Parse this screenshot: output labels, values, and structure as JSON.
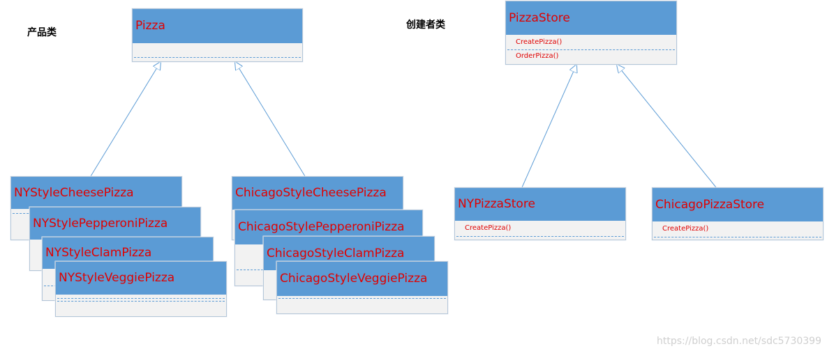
{
  "headings": {
    "product": "产品类",
    "creator": "创建者类"
  },
  "classes": {
    "pizza": {
      "name": "Pizza"
    },
    "ny_cheese": {
      "name": "NYStyleCheesePizza"
    },
    "ny_pepperoni": {
      "name": "NYStylePepperoniPizza"
    },
    "ny_clam": {
      "name": "NYStyleClamPizza"
    },
    "ny_veggie": {
      "name": "NYStyleVeggiePizza"
    },
    "chicago_cheese": {
      "name": "ChicagoStyleCheesePizza"
    },
    "chicago_pepperoni": {
      "name": "ChicagoStylePepperoniPizza"
    },
    "chicago_clam": {
      "name": "ChicagoStyleClamPizza"
    },
    "chicago_veggie": {
      "name": "ChicagoStyleVeggiePizza"
    },
    "pizza_store": {
      "name": "PizzaStore",
      "methods": [
        "CreatePizza()",
        "OrderPizza()"
      ]
    },
    "ny_pizza_store": {
      "name": "NYPizzaStore",
      "methods": [
        "CreatePizza()"
      ]
    },
    "chicago_pizza_store": {
      "name": "ChicagoPizzaStore",
      "methods": [
        "CreatePizza()"
      ]
    }
  },
  "relationships": [
    {
      "type": "inheritance",
      "from": "NYStyleCheesePizza",
      "to": "Pizza"
    },
    {
      "type": "inheritance",
      "from": "ChicagoStyleCheesePizza",
      "to": "Pizza"
    },
    {
      "type": "inheritance",
      "from": "NYPizzaStore",
      "to": "PizzaStore"
    },
    {
      "type": "inheritance",
      "from": "ChicagoPizzaStore",
      "to": "PizzaStore"
    }
  ],
  "watermark": "https://blog.csdn.net/sdc5730399",
  "colors": {
    "header_fill": "#5b9bd5",
    "body_fill": "#f2f2f2",
    "text": "#e00000",
    "connector": "#5b9bd5"
  }
}
